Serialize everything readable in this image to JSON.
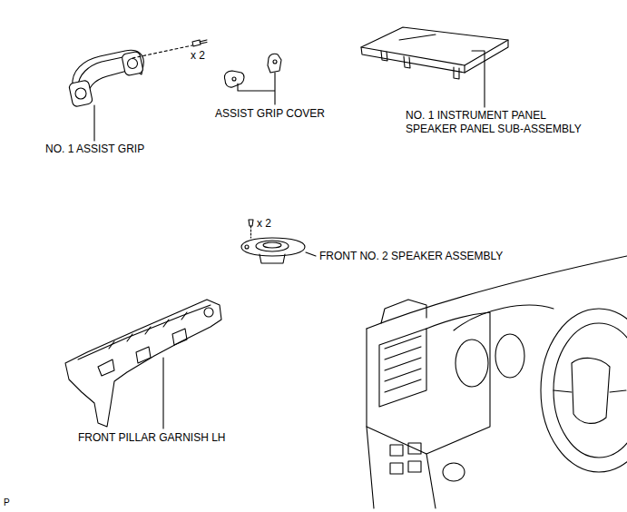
{
  "diagram": {
    "labels": [
      "x 2",
      "ASSIST GRIP COVER",
      "NO. 1 INSTRUMENT PANEL SPEAKER PANEL SUB-ASSEMBLY",
      "NO. 1 ASSIST GRIP",
      "x 2",
      "FRONT NO. 2 SPEAKER ASSEMBLY",
      "FRONT PILLAR GARNISH LH",
      "P"
    ]
  }
}
